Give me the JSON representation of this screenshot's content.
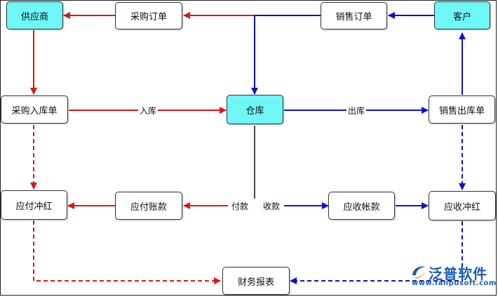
{
  "nodes": {
    "supplier": "供应商",
    "purchase_order": "采购订单",
    "sales_order": "销售订单",
    "customer": "客户",
    "purchase_inbound": "采购入库单",
    "warehouse": "仓库",
    "sales_outbound": "销售出库单",
    "payable_offset": "应付冲红",
    "payable_account": "应付账款",
    "receivable_account": "应收帐款",
    "receivable_offset": "应收冲红",
    "financial_report": "财务报表"
  },
  "edge_labels": {
    "inbound": "入库",
    "outbound": "出库",
    "payment": "付款",
    "receipt": "收款"
  },
  "colors": {
    "red_flow": "#e01414",
    "blue_flow": "#1010c8",
    "highlight_node": "#6ff6f6",
    "logo": "#1b5fb3",
    "logo_accent": "#f39a1c"
  },
  "logo": {
    "title": "泛普软件",
    "url": "www.fanpusoft.com"
  }
}
